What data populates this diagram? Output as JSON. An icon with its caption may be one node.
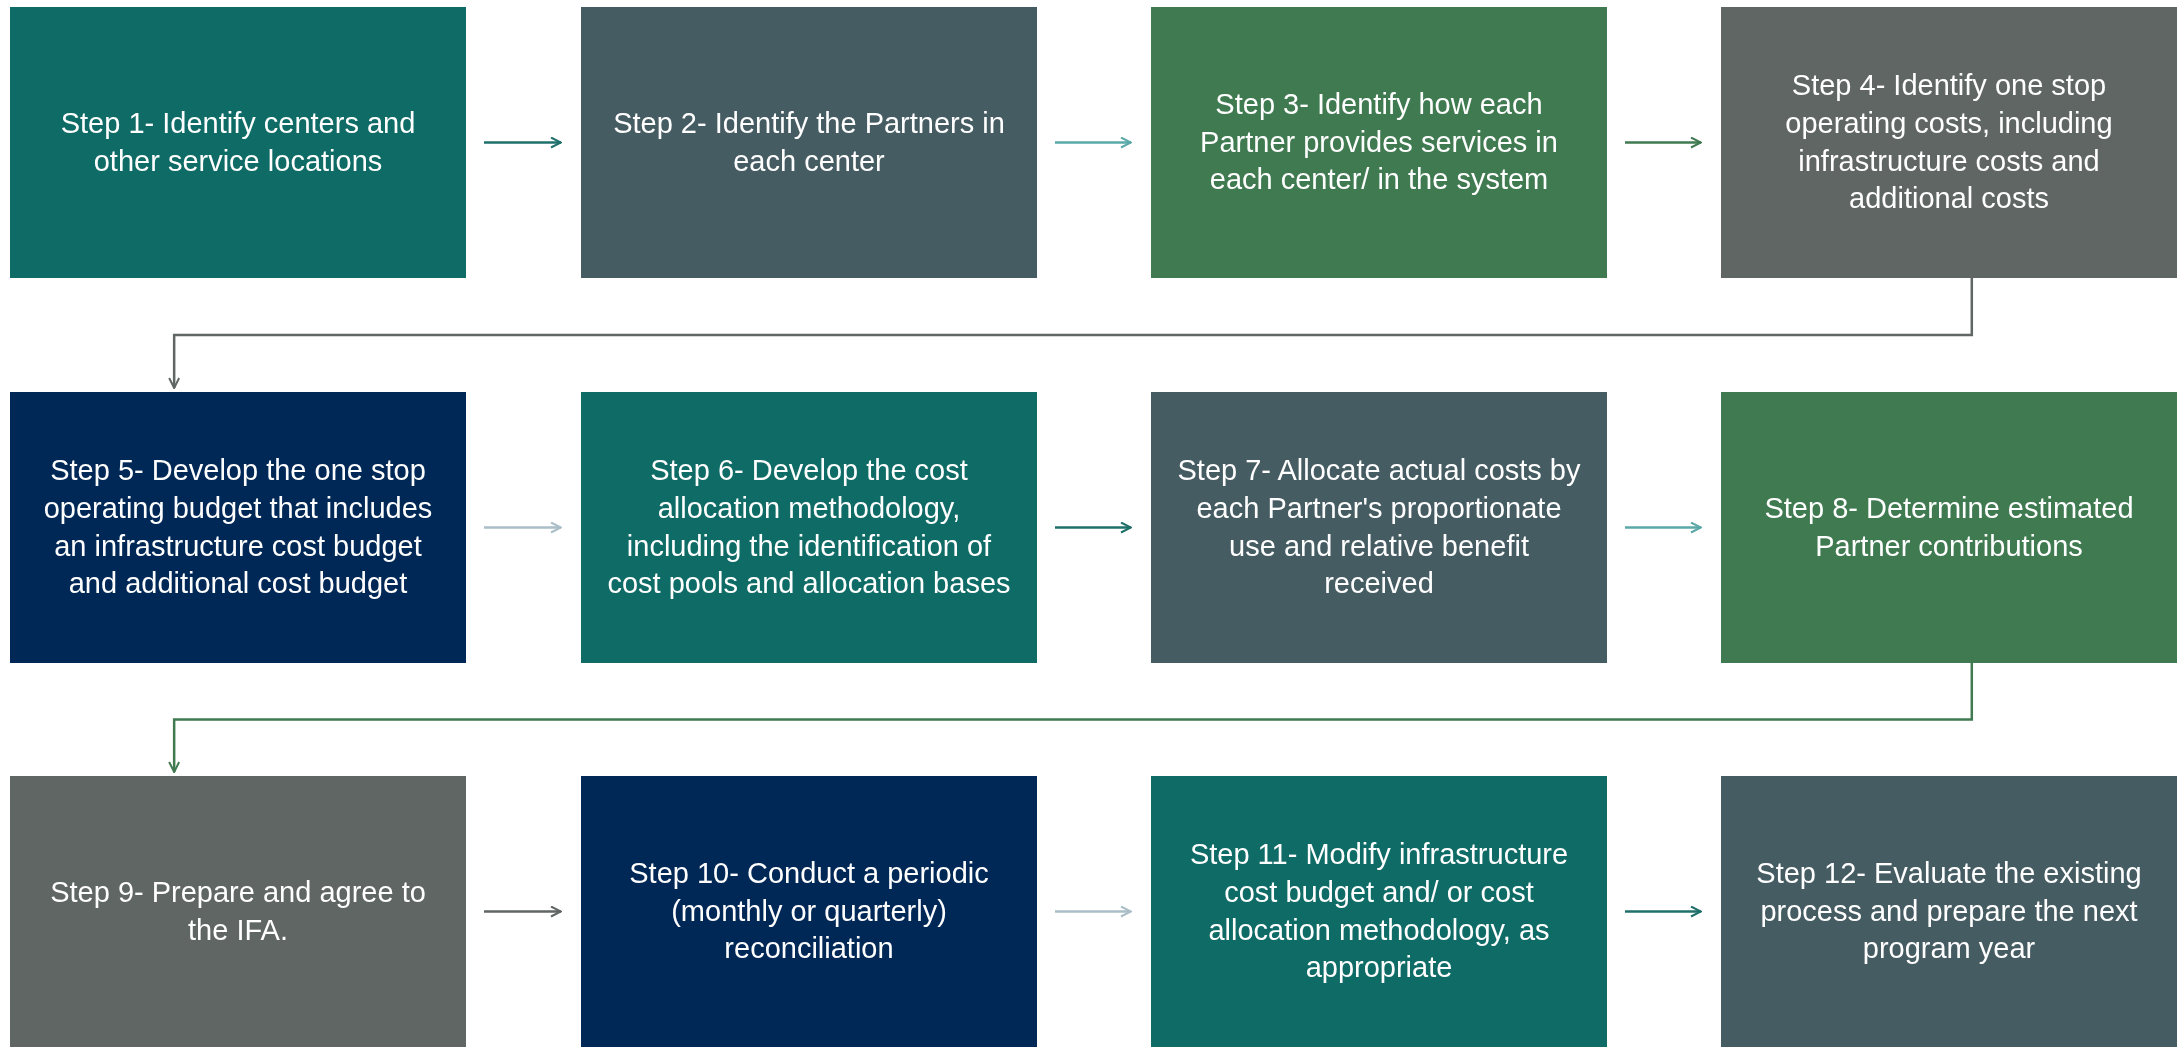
{
  "diagram": {
    "nodes": [
      {
        "text": [
          "Step 1- Identify centers and other service locations"
        ]
      },
      {
        "text": [
          "Step 2- Identify the Partners in each center"
        ]
      },
      {
        "text": [
          "Step 3- Identify how each Partner provides services in each center/ in the system"
        ]
      },
      {
        "text": [
          "Step 4- Identify one stop operating costs, including infrastructure costs and additional costs"
        ]
      },
      {
        "text": [
          "Step 5- Develop the one stop operating budget that includes an infrastructure cost budget and additional cost budget"
        ]
      },
      {
        "text": [
          "Step 6- Develop the cost allocation methodology, including the identification of cost pools and allocation bases"
        ]
      },
      {
        "text": [
          "Step 7- Allocate actual costs by each Partner's proportionate use and relative benefit received"
        ]
      },
      {
        "text": [
          "Step 8- Determine estimated Partner contributions"
        ]
      },
      {
        "text": [
          "Step 9- Prepare and agree to the IFA."
        ]
      },
      {
        "text": [
          "Step 10- Conduct a periodic (monthly or quarterly) reconciliation"
        ]
      },
      {
        "text": [
          "Step 11- Modify infrastructure cost budget and/ or cost allocation methodology, as appropriate"
        ]
      },
      {
        "text": [
          "Step 12- Evaluate the existing process and prepare the next program year"
        ]
      }
    ],
    "edges": [
      {
        "from": 0,
        "to": 1,
        "arrow": "to",
        "color": "#1f6f6a"
      },
      {
        "from": 1,
        "to": 2,
        "arrow": "to",
        "color": "#5aa8a8"
      },
      {
        "from": 2,
        "to": 3,
        "arrow": "to",
        "color": "#3f7a50"
      },
      {
        "from": 3,
        "to": 4,
        "arrow": "to",
        "color": "#5f6663"
      },
      {
        "from": 4,
        "to": 5,
        "arrow": "to",
        "color": "#a9bec6"
      },
      {
        "from": 5,
        "to": 6,
        "arrow": "to",
        "color": "#1f6f6a"
      },
      {
        "from": 6,
        "to": 7,
        "arrow": "to",
        "color": "#5aa8a8"
      },
      {
        "from": 7,
        "to": 8,
        "arrow": "to",
        "color": "#3f7a50"
      },
      {
        "from": 8,
        "to": 9,
        "arrow": "to",
        "color": "#5f6663"
      },
      {
        "from": 9,
        "to": 10,
        "arrow": "to",
        "color": "#a9bec6"
      },
      {
        "from": 10,
        "to": 11,
        "arrow": "to",
        "color": "#1f6f6a"
      }
    ]
  }
}
